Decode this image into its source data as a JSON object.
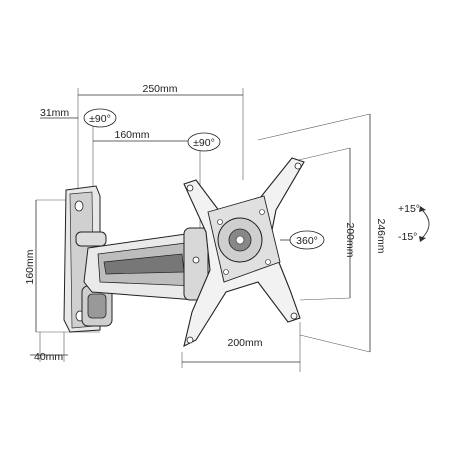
{
  "dimensions": {
    "top_width": "250mm",
    "offset_31": "31mm",
    "arm_160": "160mm",
    "rotation_left": "±90°",
    "rotation_right": "±90°",
    "plate_200_vertical": "200mm",
    "overall_246": "246mm",
    "height_160": "160mm",
    "depth_40": "40mm",
    "plate_200_horizontal": "200mm",
    "swivel_360": "360°",
    "tilt_up": "+15°",
    "tilt_down": "-15°"
  }
}
